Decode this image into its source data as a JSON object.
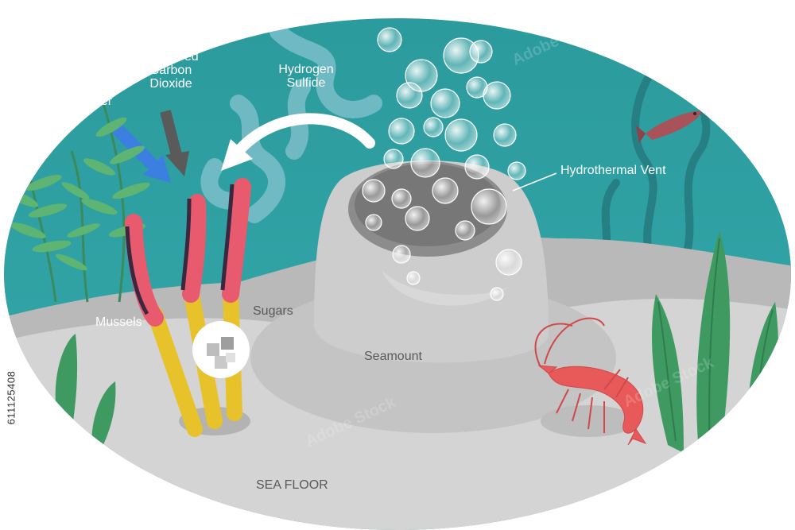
{
  "labels": {
    "dissolved_co2": [
      "Dissolved",
      "Carbon",
      "Dioxide"
    ],
    "hydrogen_sulfide": [
      "Hydrogen",
      "Sulfide"
    ],
    "water": "Water",
    "hydrothermal_vent": "Hydrothermal Vent",
    "mussels": "Mussels",
    "sugars": "Sugars",
    "seamount": "Seamount",
    "sea_floor": "SEA FLOOR"
  },
  "stock_id": "611125408",
  "watermark": "Adobe Stock",
  "colors": {
    "water": "#2d9da0",
    "water_light": "#3fb0b2",
    "floor": "#d2d2d2",
    "floor_back": "#b9b9b9",
    "seamount": "#c8c8c8",
    "tube_red": "#e85a6e",
    "tube_yellow": "#e8c22a",
    "shrimp": "#e85a5a",
    "plant_green": "#3fa56a",
    "arrow_blue": "#3b7fe0",
    "arrow_gray": "#5a5a5a"
  },
  "icons": {
    "sugar": "sugar-cubes-icon",
    "shrimp": "shrimp-icon",
    "fish": "fish-icon"
  }
}
